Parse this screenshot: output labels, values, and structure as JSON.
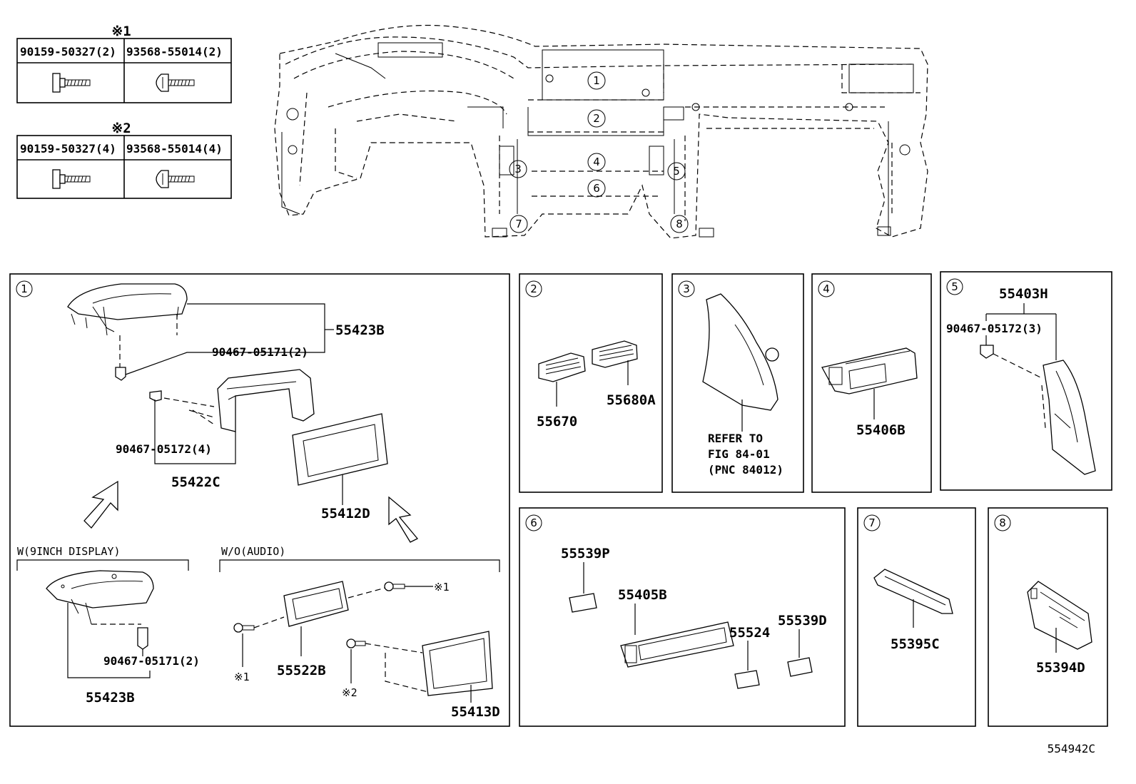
{
  "diagram_id": "554942C",
  "fastener_tables": [
    {
      "mark": "※1",
      "cols": [
        {
          "part": "90159-50327(2)",
          "icon": "flange-bolt-icon"
        },
        {
          "part": "93568-55014(2)",
          "icon": "round-head-screw-icon"
        }
      ]
    },
    {
      "mark": "※2",
      "cols": [
        {
          "part": "90159-50327(4)",
          "icon": "flange-bolt-icon"
        },
        {
          "part": "93568-55014(4)",
          "icon": "round-head-screw-icon"
        }
      ]
    }
  ],
  "overview_callouts": [
    "1",
    "2",
    "3",
    "4",
    "5",
    "6",
    "7",
    "8"
  ],
  "panel1": {
    "num": "1",
    "labels": {
      "p55423B_top": "55423B",
      "clip_top": "90467-05171(2)",
      "clip_mid": "90467-05172(4)",
      "p55422C": "55422C",
      "p55412D": "55412D",
      "section_a": "W(9INCH DISPLAY)",
      "section_b": "W/O(AUDIO)",
      "clip_bottom": "90467-05171(2)",
      "p55423B_bottom": "55423B",
      "p55522B": "55522B",
      "p55413D": "55413D",
      "mark1a": "※1",
      "mark1b": "※1",
      "mark2": "※2"
    }
  },
  "panel2": {
    "num": "2",
    "labels": [
      "55670",
      "55680A"
    ]
  },
  "panel3": {
    "num": "3",
    "refer": [
      "REFER TO",
      "FIG 84-01",
      "(PNC 84012)"
    ]
  },
  "panel4": {
    "num": "4",
    "label": "55406B"
  },
  "panel5": {
    "num": "5",
    "labels": [
      "55403H",
      "90467-05172(3)"
    ]
  },
  "panel6": {
    "num": "6",
    "labels": [
      "55539P",
      "55405B",
      "55524",
      "55539D"
    ]
  },
  "panel7": {
    "num": "7",
    "label": "55395C"
  },
  "panel8": {
    "num": "8",
    "label": "55394D"
  }
}
